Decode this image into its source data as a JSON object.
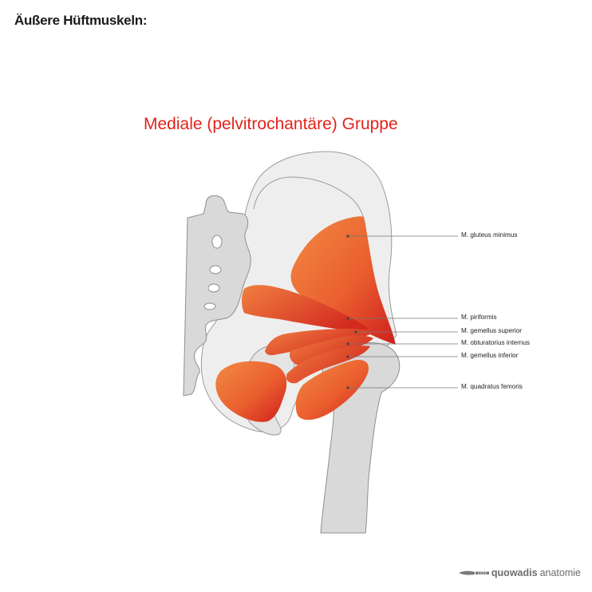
{
  "page_title": "Äußere Hüftmuskeln:",
  "group_title": "Mediale (pelvitrochantäre) Gruppe",
  "colors": {
    "title": "#e2231a",
    "bone": "#dadada",
    "bone_light": "#eeeeee",
    "muscle_light": "#f07c3a",
    "muscle_dark": "#d42a1e",
    "leader_line": "#777777"
  },
  "labels": [
    {
      "key": "gluteus_minimus",
      "text": "M. gluteus minimus"
    },
    {
      "key": "piriformis",
      "text": "M. piriformis"
    },
    {
      "key": "gemellus_superior",
      "text": "M. gemellus superior"
    },
    {
      "key": "obturatorius_internus",
      "text": "M. obturatorius internus"
    },
    {
      "key": "gemellus_inferior",
      "text": "M. gemellus inferior"
    },
    {
      "key": "quadratus_femoris",
      "text": "M. quadratus femoris"
    }
  ],
  "brand": {
    "logo_icon": "scalpel-icon",
    "name_bold": "quowadis",
    "name_regular": "anatomie"
  }
}
